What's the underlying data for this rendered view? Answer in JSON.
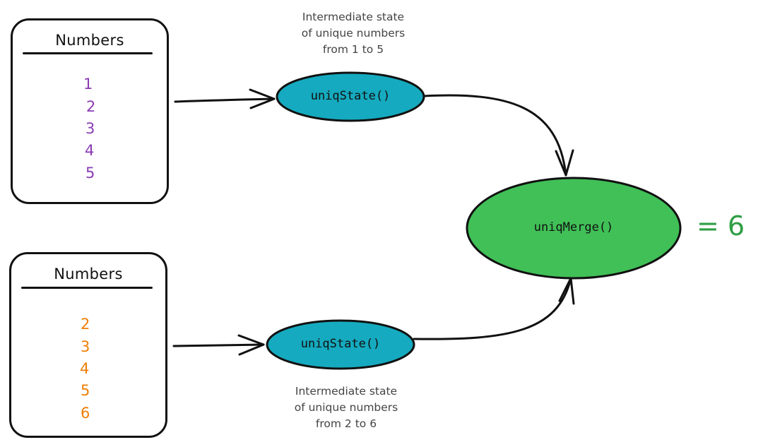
{
  "colors": {
    "stroke": "#111111",
    "state_fill": "#15aabf",
    "merge_fill": "#40c057",
    "result": "#2f9e44",
    "set_a_numbers": "#8a3bb5",
    "set_b_numbers": "#ef7e06"
  },
  "tables": [
    {
      "title": "Numbers",
      "values": [
        "1",
        "2",
        "3",
        "4",
        "5"
      ]
    },
    {
      "title": "Numbers",
      "values": [
        "2",
        "3",
        "4",
        "5",
        "6"
      ]
    }
  ],
  "state_nodes": [
    {
      "label": "uniqState()",
      "caption": [
        "Intermediate state",
        "of unique numbers",
        "from 1 to 5"
      ]
    },
    {
      "label": "uniqState()",
      "caption": [
        "Intermediate state",
        "of unique numbers",
        "from 2 to 6"
      ]
    }
  ],
  "merge_node": {
    "label": "uniqMerge()"
  },
  "result": "= 6"
}
